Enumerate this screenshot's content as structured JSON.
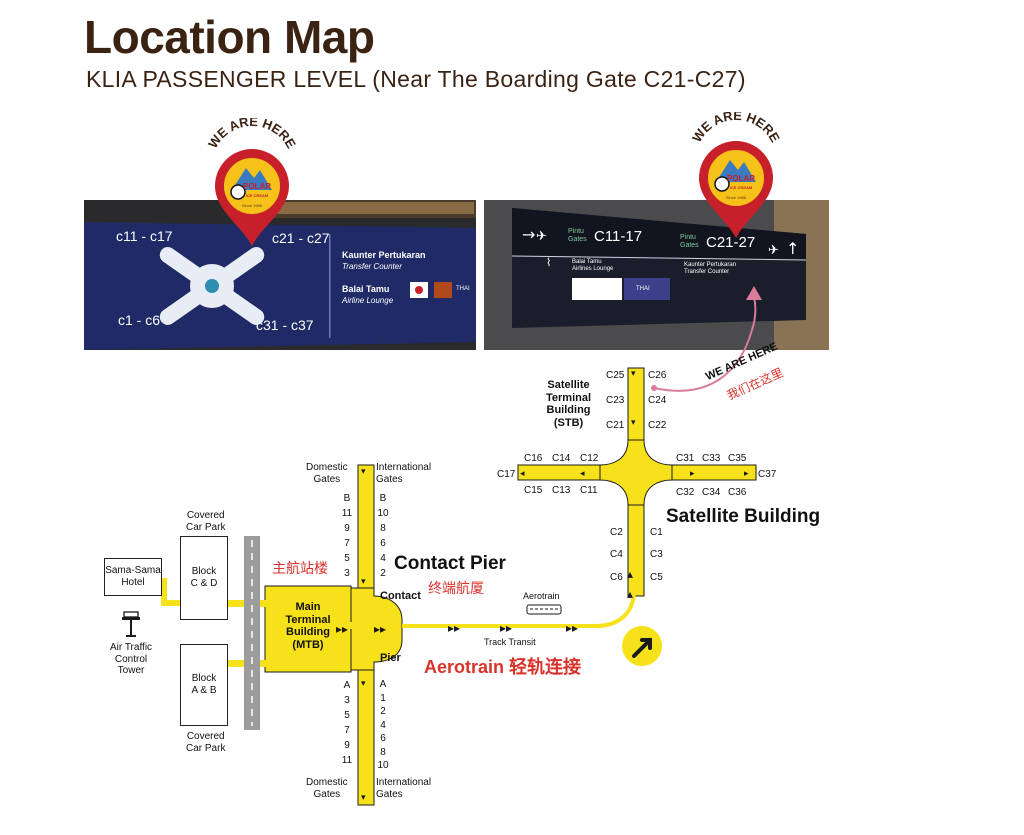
{
  "header": {
    "title": "Location Map",
    "subtitle": "KLIA PASSENGER LEVEL (Near The Boarding Gate C21-C27)"
  },
  "pins": {
    "arc_text": "WE ARE HERE",
    "logo_main": "POLAR",
    "logo_sub": "ICE CREAM",
    "logo_since": "Since 1986"
  },
  "photo_left": {
    "gate_nw": "c11 - c17",
    "gate_ne": "c21 - c27",
    "gate_sw": "c1 - c6",
    "gate_se": "c31 - c37",
    "transfer_title": "Kaunter Pertukaran",
    "transfer_sub": "Transfer Counter",
    "lounge_title": "Balai Tamu",
    "lounge_sub": "Airline Lounge",
    "thai": "THAI"
  },
  "photo_right": {
    "pintu_gates_1": "Pintu\nGates",
    "gates_left": "C11-17",
    "pintu_gates_2": "Pintu\nGates",
    "gates_right": "C21-27",
    "lounge_title": "Balai Tamu",
    "lounge_sub": "Airlines Lounge",
    "transfer_title": "Kaunter Pertukaran",
    "transfer_sub": "Transfer Counter",
    "thai": "THAI"
  },
  "map": {
    "we_are_here": "WE ARE HERE",
    "we_are_here_cn": "我们在这里",
    "satellite_terminal": "Satellite\nTerminal\nBuilding\n(STB)",
    "satellite_building": "Satellite Building",
    "contact_pier": "Contact Pier",
    "contact_pier_cn": "终端航厦",
    "main_terminal_cn": "主航站楼",
    "aerotrain_label": "Aerotrain 轻轨连接",
    "aerotrain_small": "Aerotrain",
    "track_transit": "Track Transit",
    "domestic_gates_top": "Domestic\nGates",
    "international_gates_top": "International\nGates",
    "domestic_gates_bottom": "Domestic\nGates",
    "international_gates_bottom": "International\nGates",
    "contact": "Contact",
    "pier": "Pier",
    "main_terminal": "Main\nTerminal\nBuilding\n(MTB)",
    "covered_car_park_top": "Covered\nCar Park",
    "covered_car_park_bottom": "Covered\nCar Park",
    "block_cd": "Block\nC & D",
    "block_ab": "Block\nA & B",
    "sama_sama": "Sama-Sama\nHotel",
    "atc_tower": "Air Traffic\nControl\nTower",
    "gates_domestic_top": [
      "B",
      "11",
      "9",
      "7",
      "5",
      "3"
    ],
    "gates_international_top": [
      "B",
      "10",
      "8",
      "6",
      "4",
      "2"
    ],
    "gates_domestic_bottom": [
      "A",
      "3",
      "5",
      "7",
      "9",
      "11"
    ],
    "gates_international_bottom": [
      "A",
      "1",
      "2",
      "4",
      "6",
      "8",
      "10"
    ],
    "sat_north_left": [
      "C25",
      "C23",
      "C21"
    ],
    "sat_north_right": [
      "C26",
      "C24",
      "C22"
    ],
    "sat_west_top": [
      "C16",
      "C14",
      "C12"
    ],
    "sat_west_bottom": [
      "C15",
      "C13",
      "C11"
    ],
    "sat_west_end": "C17",
    "sat_east_top": [
      "C31",
      "C33",
      "C35"
    ],
    "sat_east_bottom": [
      "C32",
      "C34",
      "C36"
    ],
    "sat_east_end": "C37",
    "sat_south_left": [
      "C2",
      "C4",
      "C6"
    ],
    "sat_south_right": [
      "C1",
      "C3",
      "C5"
    ]
  },
  "colors": {
    "title_brown": "#3b2314",
    "route_yellow": "#f7e11b",
    "pin_red": "#c8202b",
    "accent_red": "#d9322a",
    "sign_navy": "#1f2a66"
  }
}
